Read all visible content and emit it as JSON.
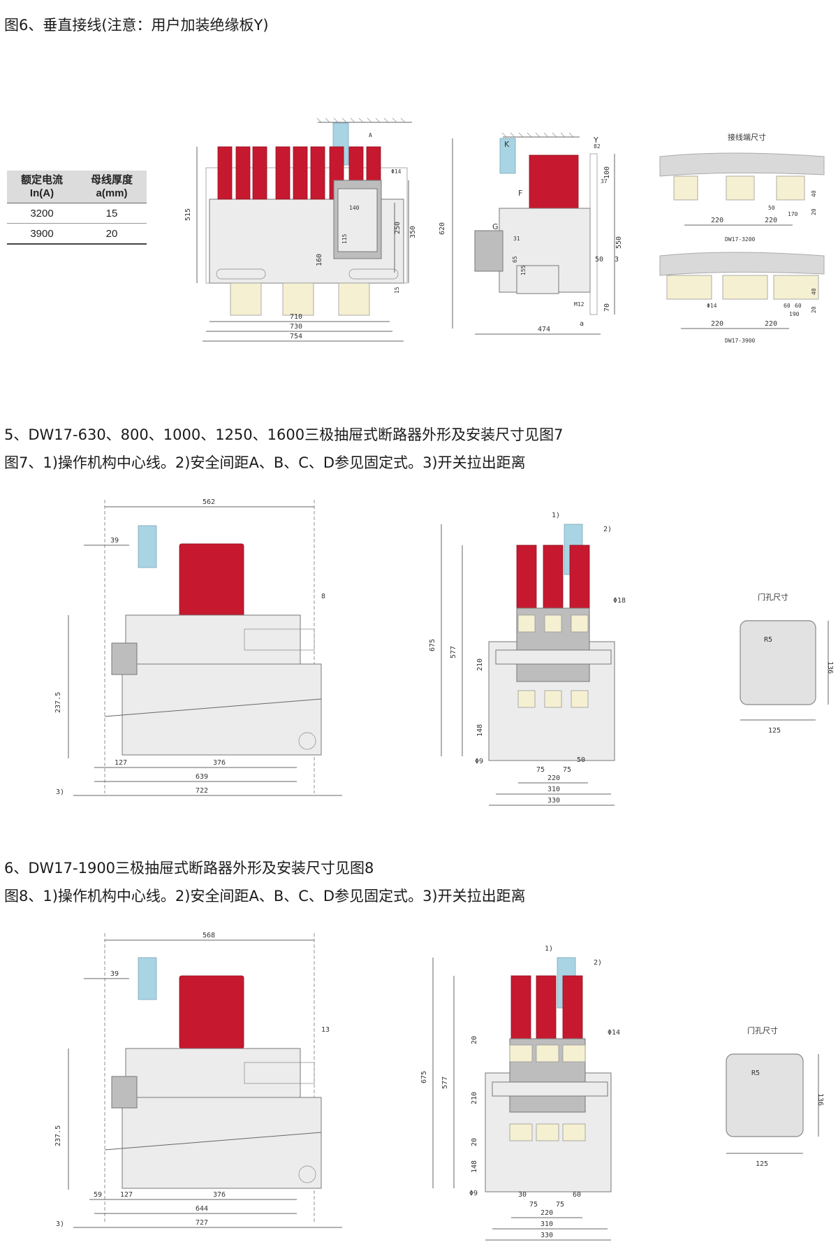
{
  "headings": {
    "fig6": "图6、垂直接线(注意：用户加装绝缘板Y)",
    "sec5": "5、DW17-630、800、1000、1250、1600三极抽屉式断路器外形及安装尺寸见图7",
    "fig7": "图7、1)操作机构中心线。2)安全间距A、B、C、D参见固定式。3)开关拉出距离",
    "sec6": "6、DW17-1900三极抽屉式断路器外形及安装尺寸见图8",
    "fig8": "图8、1)操作机构中心线。2)安全间距A、B、C、D参见固定式。3)开关拉出距离"
  },
  "spec_table": {
    "headers": [
      [
        "额定电流",
        "In(A)"
      ],
      [
        "母线厚度",
        "a(mm)"
      ]
    ],
    "rows": [
      [
        "3200",
        "15"
      ],
      [
        "3900",
        "20"
      ]
    ]
  },
  "fig6": {
    "front": {
      "w754": "754",
      "w730": "730",
      "w710": "710",
      "h515": "515",
      "h350": "350",
      "h250": "250",
      "d160": "160",
      "d115": "115",
      "d140": "140",
      "d15": "15",
      "phi14": "Φ14",
      "labelA": "A"
    },
    "side": {
      "h620": "620",
      "h550": "550",
      "d82": "82",
      "d37": "37",
      "d100": "100",
      "d70": "70",
      "d50": "50",
      "d3": "3",
      "d474": "474",
      "m12": "M12",
      "a": "a",
      "K": "K",
      "F": "F",
      "G": "G",
      "Y": "Y",
      "d31": "31",
      "d65": "65",
      "d155": "155"
    },
    "terminal": {
      "title": "接线端尺寸",
      "t3200": "DW17-3200",
      "t3900": "DW17-3900",
      "phi14": "Φ14",
      "d220": "220",
      "d50": "50",
      "d170": "170",
      "d40": "40",
      "d20": "20",
      "d60": "60",
      "d190": "190"
    }
  },
  "fig7": {
    "side": {
      "d562": "562",
      "d39": "39",
      "d8": "8",
      "d237": "237.5",
      "d127": "127",
      "d376": "376",
      "d639": "639",
      "d722": "722",
      "n3": "3)"
    },
    "front": {
      "n1": "1)",
      "n2": "2)",
      "phi18": "Φ18",
      "h675": "675",
      "h577": "577",
      "d210": "210",
      "d148": "148",
      "phi9": "Φ9",
      "d50": "50",
      "d75a": "75",
      "d75b": "75",
      "d220": "220",
      "d310": "310",
      "d330": "330"
    },
    "door": {
      "title": "门孔尺寸",
      "r": "R5",
      "w": "125",
      "h": "136"
    }
  },
  "fig8": {
    "side": {
      "d568": "568",
      "d39": "39",
      "d13": "13",
      "d237": "237.5",
      "d59": "59",
      "d127": "127",
      "d376": "376",
      "d644": "644",
      "d727": "727",
      "n3": "3)"
    },
    "front": {
      "n1": "1)",
      "n2": "2)",
      "phi14": "Φ14",
      "h675": "675",
      "h577": "577",
      "d20a": "20",
      "d210": "210",
      "d148": "148",
      "d20b": "20",
      "phi9": "Φ9",
      "d30": "30",
      "d60": "60",
      "d75a": "75",
      "d75b": "75",
      "d220": "220",
      "d310": "310",
      "d330": "330"
    },
    "door": {
      "title": "门孔尺寸",
      "r": "R5",
      "w": "125",
      "h": "136"
    }
  },
  "colors": {
    "pole_red": "#c6192f",
    "handle_blue": "#a9d4e3",
    "terminal_cream": "#f6f0d2",
    "body_gray": "#ececec"
  }
}
